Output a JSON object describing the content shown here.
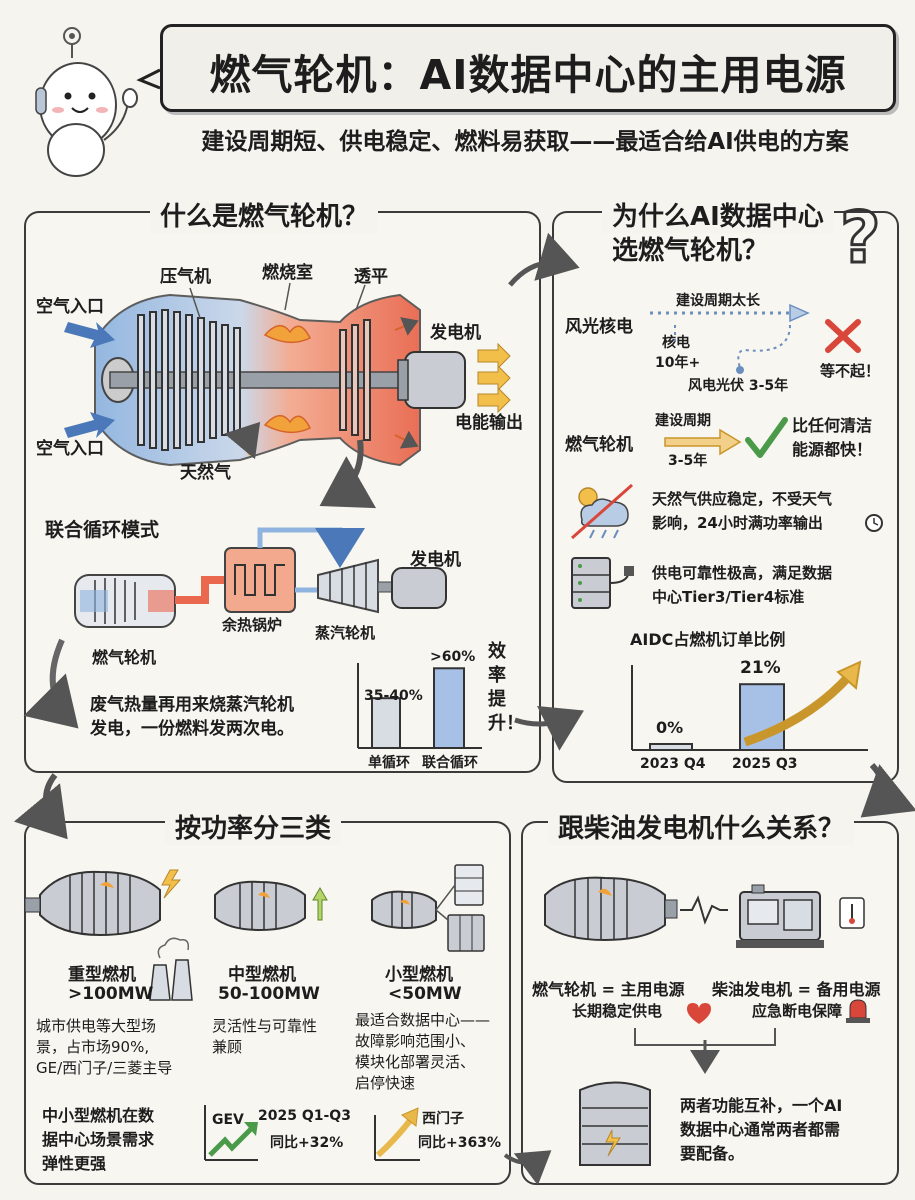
{
  "header": {
    "title": "燃气轮机：AI数据中心的主用电源",
    "subtitle": "建设周期短、供电稳定、燃料易获取——最适合给AI供电的方案"
  },
  "what_is": {
    "section_title": "什么是燃气轮机？",
    "labels": {
      "compressor": "压气机",
      "combustor": "燃烧室",
      "turbine": "透平",
      "air_in_top": "空气入口",
      "air_in_bottom": "空气入口",
      "generator": "发电机",
      "power_out": "电能输出",
      "natural_gas": "天然气"
    },
    "combined_cycle": {
      "title": "联合循环模式",
      "hrsg": "余热锅炉",
      "steam_turbine": "蒸汽轮机",
      "generator": "发电机",
      "gas_turbine": "燃气轮机",
      "desc_line1": "废气热量再用来烧蒸汽轮机",
      "desc_line2": "发电，一份燃料发两次电。",
      "efficiency_text": "效率提升！"
    }
  },
  "why": {
    "section_title_line1": "为什么AI数据中心",
    "section_title_line2": "选燃气轮机？",
    "renewables": {
      "label": "风光核电",
      "long_period": "建设周期太长",
      "nuclear": "核电",
      "nuclear_years": "10年+",
      "wind_solar": "风电光伏 3-5年",
      "cant_wait": "等不起！"
    },
    "gas": {
      "label": "燃气轮机",
      "period_label": "建设周期",
      "period_value": "3-5年",
      "faster_line1": "比任何清洁",
      "faster_line2": "能源都快！"
    },
    "stable_line1": "天然气供应稳定，不受天气",
    "stable_line2": "影响，24小时满功率输出",
    "reliable_line1": "供电可靠性极高，满足数据",
    "reliable_line2": "中心Tier3/Tier4标准"
  },
  "classes": {
    "section_title": "按功率分三类",
    "heavy": {
      "name": "重型燃机",
      "power": ">100MW",
      "desc_line1": "城市供电等大型场",
      "desc_line2": "景，占市场90%,",
      "desc_line3": "GE/西门子/三菱主导"
    },
    "medium": {
      "name": "中型燃机",
      "power": "50-100MW",
      "desc_line1": "灵活性与可靠性",
      "desc_line2": "兼顾"
    },
    "small": {
      "name": "小型燃机",
      "power": "<50MW",
      "desc_line1": "最适合数据中心——",
      "desc_line2": "故障影响范围小、",
      "desc_line3": "模块化部署灵活、",
      "desc_line4": "启停快速"
    },
    "demand_line1": "中小型燃机在数",
    "demand_line2": "据中心场景需求",
    "demand_line3": "弹性更强",
    "gev": {
      "name": "GEV",
      "period": "2025 Q1-Q3",
      "growth": "同比+32%"
    },
    "siemens": {
      "name": "西门子",
      "growth": "同比+363%"
    }
  },
  "diesel": {
    "section_title": "跟柴油发电机什么关系？",
    "gas_role": "燃气轮机 = 主用电源",
    "gas_role_desc": "长期稳定供电",
    "diesel_role": "柴油发电机 = 备用电源",
    "diesel_role_desc": "应急断电保障",
    "summary_line1": "两者功能互补，一个AI",
    "summary_line2": "数据中心通常两者都需",
    "summary_line3": "要配备。"
  },
  "chart_data": [
    {
      "type": "bar",
      "categories": [
        "单循环",
        "联合循环"
      ],
      "values": [
        37.5,
        60
      ],
      "data_labels": [
        "35-40%",
        ">60%"
      ],
      "ylim": [
        0,
        70
      ]
    },
    {
      "type": "bar",
      "title": "AIDC占燃机订单比例",
      "categories": [
        "2023 Q4",
        "2025 Q3"
      ],
      "values": [
        0,
        21
      ],
      "data_labels": [
        "0%",
        "21%"
      ],
      "ylim": [
        0,
        30
      ]
    }
  ],
  "colors": {
    "accent_blue": "#4a78b8",
    "hot_red": "#e0634a",
    "flame_orange": "#f2a23a",
    "check_green": "#4a9a4a",
    "cross_red": "#d9473a",
    "arrow_gold": "#e8b84a"
  }
}
